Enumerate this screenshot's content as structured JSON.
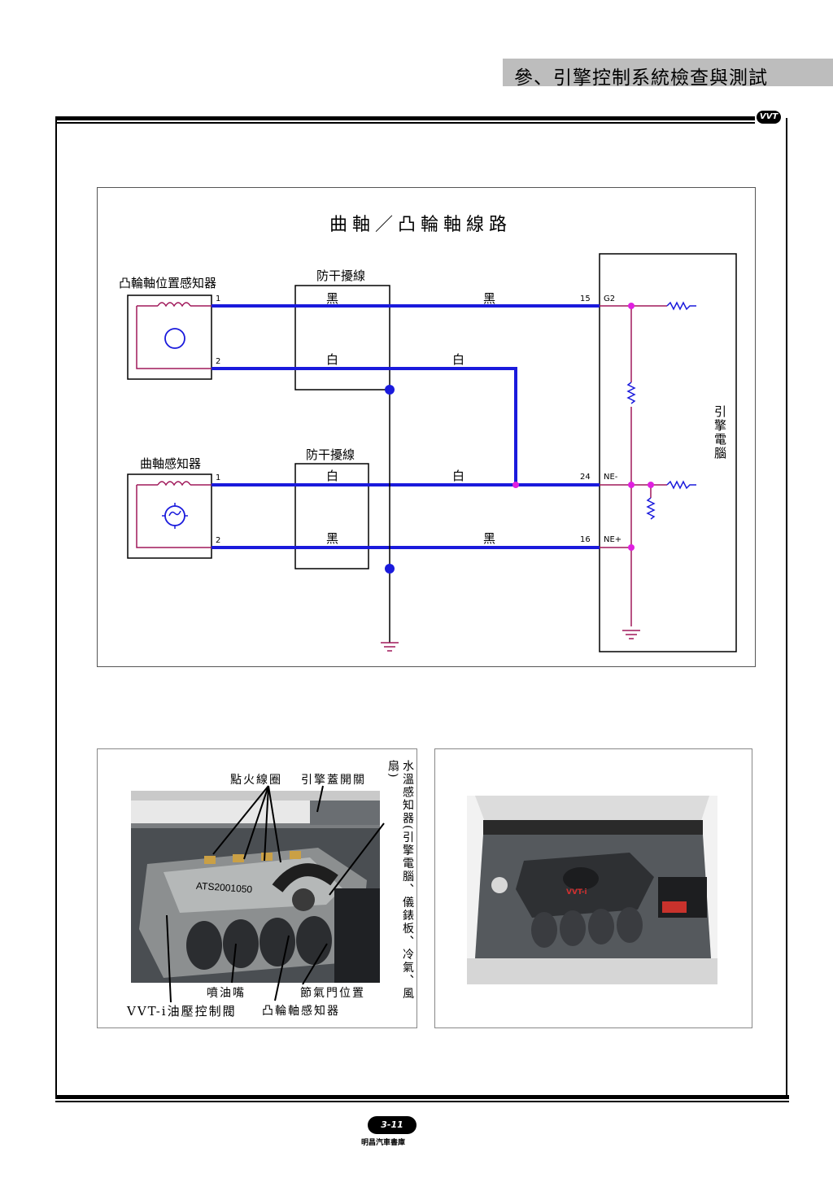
{
  "header": {
    "title": "參、引擎控制系統檢查與測試"
  },
  "logo": {
    "text": "VVT"
  },
  "diagram": {
    "title": "曲軸／凸輪軸線路",
    "cam_sensor_label": "凸輪軸位置感知器",
    "crank_sensor_label": "曲軸感知器",
    "shield_label_1": "防干擾線",
    "shield_label_2": "防干擾線",
    "ecu_label": "引擎電腦",
    "wire_labels": {
      "cam_pin1_in": "黑",
      "cam_pin1_out": "黑",
      "cam_pin2_in": "白",
      "cam_pin2_out": "白",
      "crank_pin1_in": "白",
      "crank_pin1_out": "白",
      "crank_pin2_in": "黑",
      "crank_pin2_out": "黑"
    },
    "sensor_pins": {
      "cam_1": "1",
      "cam_2": "2",
      "crank_1": "1",
      "crank_2": "2"
    },
    "ecu_pins": {
      "g2_num": "15",
      "g2_name": "G2",
      "ne_minus_num": "24",
      "ne_minus_name": "NE-",
      "ne_plus_num": "16",
      "ne_plus_name": "NE+"
    }
  },
  "photo_left": {
    "stamp": "ATS2001050",
    "labels": {
      "ignition_coil": "點火線圈",
      "hood_switch": "引擎蓋開關",
      "coolant_sensor": "水溫感知器(引擎電腦、儀錶板、冷氣、風扇)",
      "injector": "噴油嘴",
      "throttle_position": "節氣門位置",
      "vvt_valve": "VVT-i油壓控制閥",
      "cam_sensor": "凸輪軸感知器"
    }
  },
  "photo_right": {
    "badge": "VVT-i"
  },
  "footer": {
    "page": "3-11",
    "publisher": "明昌汽車書庫"
  },
  "colors": {
    "wire_blue": "#1a1adc",
    "ecu_magenta": "#a0185a",
    "junction_magenta": "#e020e0",
    "header_gray": "#bdbdbd"
  }
}
